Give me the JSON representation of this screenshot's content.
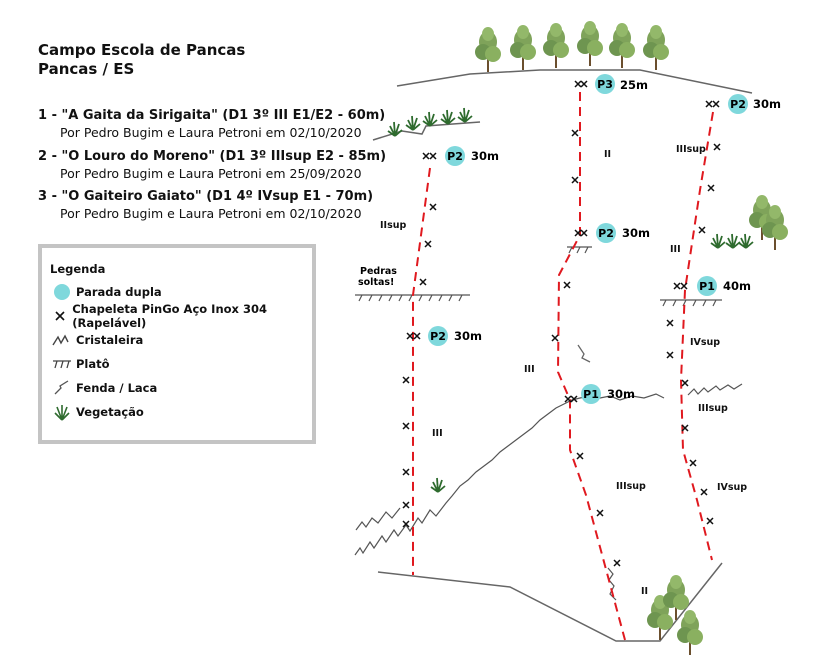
{
  "header": {
    "title": "Campo Escola de Pancas",
    "subtitle": "Pancas / ES"
  },
  "routes": [
    {
      "title": "1 - \"A Gaita da Sirigaita\" (D1 3º III E1/E2 - 60m)",
      "by": "Por Pedro Bugim e Laura Petroni em 02/10/2020"
    },
    {
      "title": "2 - \"O Louro do Moreno\" (D1 3º IIIsup E2 - 85m)",
      "by": "Por Pedro Bugim e Laura Petroni em 25/09/2020"
    },
    {
      "title": "3 - \"O Gaiteiro Gaiato\" (D1 4º IVsup E1 - 70m)",
      "by": "Por Pedro Bugim e Laura Petroni em 02/10/2020"
    }
  ],
  "legend": {
    "title": "Legenda",
    "items": [
      {
        "label": "Parada dupla",
        "icon": "double-belay-icon"
      },
      {
        "label": "Chapeleta PinGo Aço Inox 304 (Rapelável)",
        "icon": "bolt-icon"
      },
      {
        "label": "Cristaleira",
        "icon": "cristaleira-icon"
      },
      {
        "label": "Platô",
        "icon": "ledge-icon"
      },
      {
        "label": "Fenda / Laca",
        "icon": "crack-icon"
      },
      {
        "label": "Vegetação",
        "icon": "vegetation-icon"
      }
    ]
  },
  "topo": {
    "route_color": "#e0191f",
    "station_color": "#7fd8dc",
    "stations": [
      {
        "label": "P3",
        "length": "25m"
      },
      {
        "label": "P2",
        "length": "30m"
      },
      {
        "label": "P2",
        "length": "30m"
      },
      {
        "label": "P2",
        "length": "30m"
      },
      {
        "label": "P1",
        "length": "40m"
      },
      {
        "label": "P2",
        "length": "30m"
      },
      {
        "label": "P1",
        "length": "30m"
      }
    ],
    "grades": [
      "II",
      "IIIsup",
      "IIsup",
      "III",
      "IVsup",
      "III",
      "IIIsup",
      "III",
      "IIIsup",
      "IVsup",
      "II"
    ],
    "note": "Pedras soltas!"
  }
}
